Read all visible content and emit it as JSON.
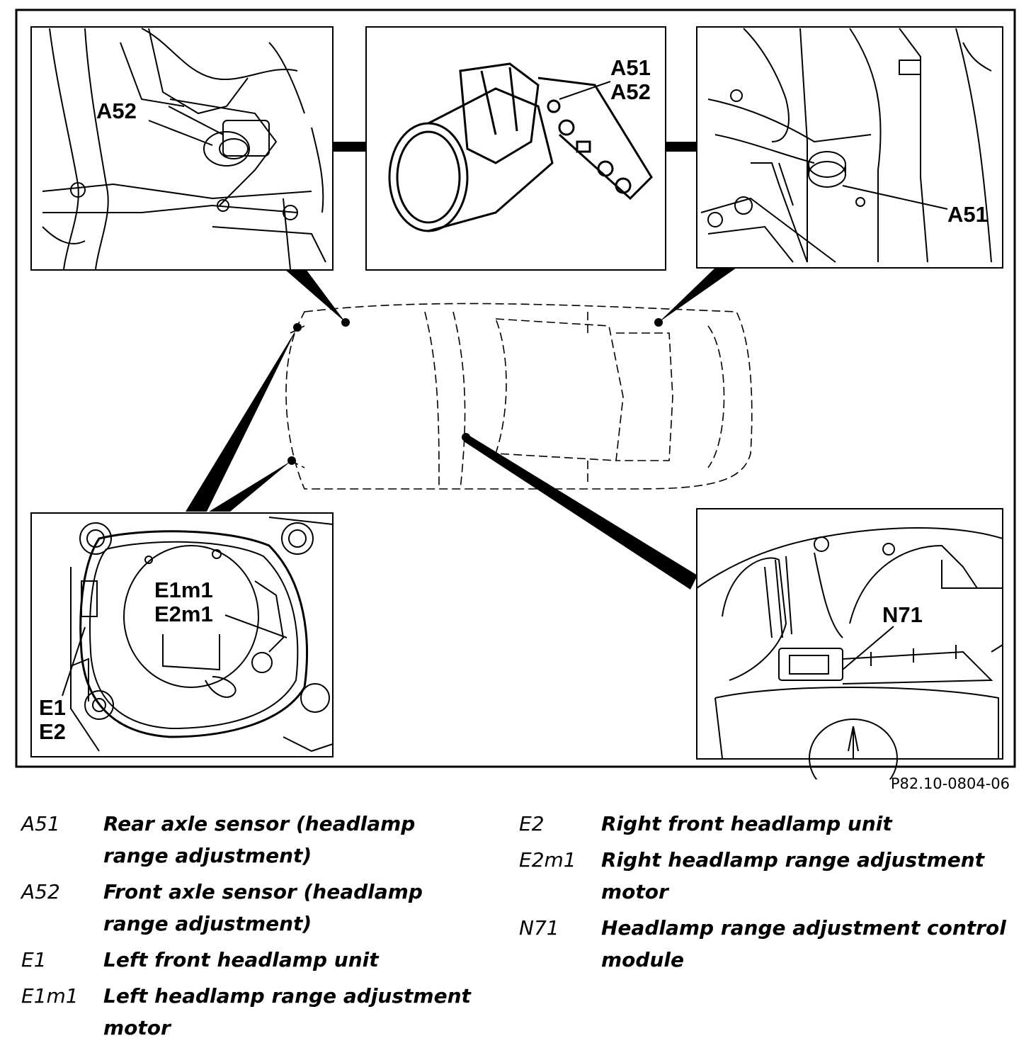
{
  "figure": {
    "code": "P82.10-0804-06",
    "panels": {
      "front_axle_sensor": {
        "labels": [
          "A52"
        ]
      },
      "sensor_detail": {
        "labels": [
          "A51",
          "A52"
        ]
      },
      "rear_axle_sensor": {
        "labels": [
          "A51"
        ]
      },
      "headlamp": {
        "labels": [
          "E1m1",
          "E2m1",
          "E1",
          "E2"
        ]
      },
      "control_module": {
        "labels": [
          "N71"
        ]
      }
    },
    "icons": [
      "car-outline-icon",
      "sensor-icon",
      "headlamp-icon",
      "mercedes-star-icon"
    ]
  },
  "legend": {
    "left": [
      {
        "code": "A51",
        "description": "Rear axle sensor (headlamp range adjustment)"
      },
      {
        "code": "A52",
        "description": "Front axle sensor (headlamp range adjustment)"
      },
      {
        "code": "E1",
        "description": "Left front headlamp unit"
      },
      {
        "code": "E1m1",
        "description": "Left headlamp range adjustment motor"
      }
    ],
    "right": [
      {
        "code": "E2",
        "description": "Right front headlamp unit"
      },
      {
        "code": "E2m1",
        "description": "Right headlamp range adjustment motor"
      },
      {
        "code": "N71",
        "description": "Headlamp range adjustment control module"
      }
    ]
  }
}
